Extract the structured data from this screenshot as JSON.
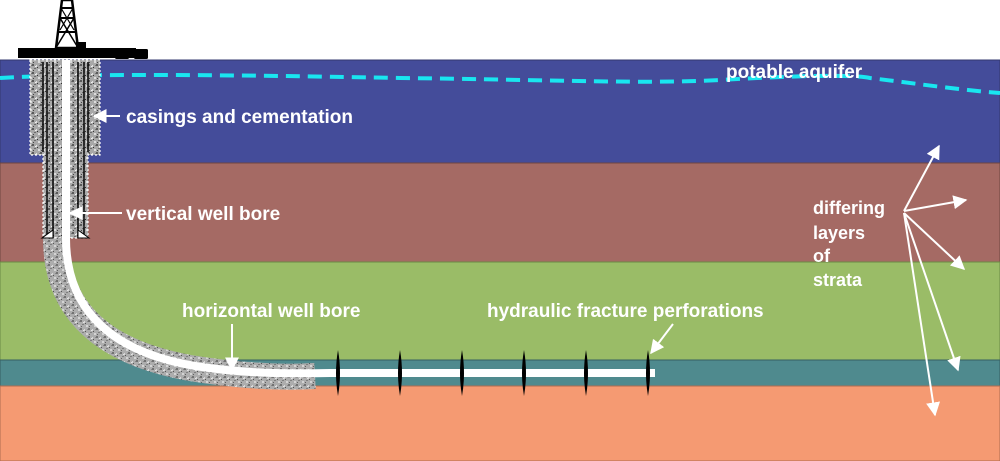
{
  "title": "Hydraulic fracturing well schematic",
  "colors": {
    "sky": "#ffffff",
    "aquifer_layer": "#444c9a",
    "brown_layer": "#a56a64",
    "green_layer": "#9abc67",
    "teal_layer": "#4f8a8e",
    "salmon_layer": "#f59a72",
    "aquifer_line": "#19e6f0",
    "label": "#ffffff",
    "rig": "#000000",
    "cement": "#9a9a9a",
    "bore": "#ffffff"
  },
  "layers": [
    {
      "name": "aquifer-layer",
      "color_key": "aquifer_layer"
    },
    {
      "name": "brown-stratum",
      "color_key": "brown_layer"
    },
    {
      "name": "green-stratum",
      "color_key": "green_layer"
    },
    {
      "name": "target-shale-stratum",
      "color_key": "teal_layer"
    },
    {
      "name": "basement-stratum",
      "color_key": "salmon_layer"
    }
  ],
  "labels": {
    "potable_aquifer": "potable aquifer",
    "casings": "casings and cementation",
    "vertical_bore": "vertical well bore",
    "horizontal_bore": "horizontal well bore",
    "perforations": "hydraulic fracture perforations",
    "strata_lines": [
      "differing",
      "layers",
      "of",
      "strata"
    ]
  },
  "perforation_count": 6,
  "icons": {
    "rig": "drilling-rig-icon",
    "equipment": "equipment-block-icon"
  }
}
